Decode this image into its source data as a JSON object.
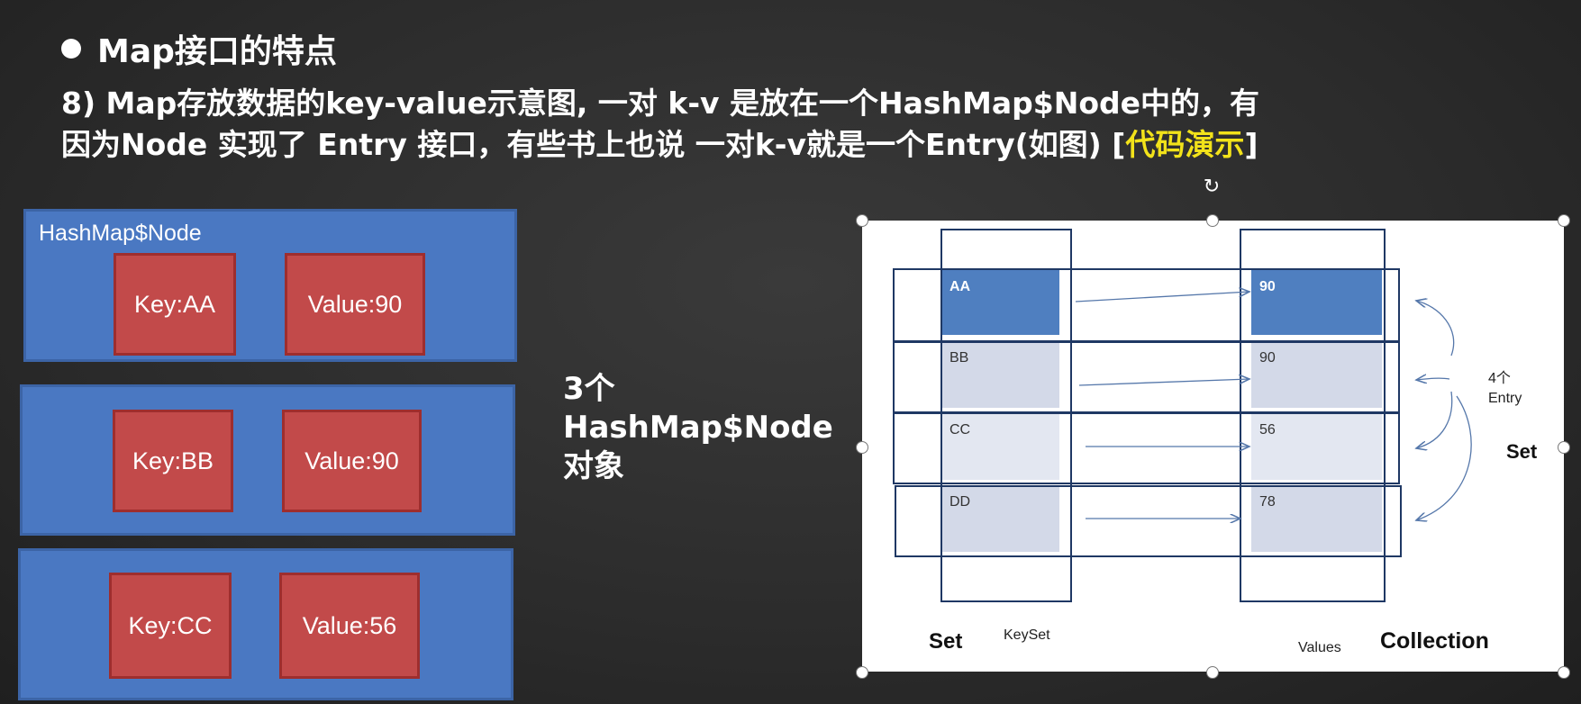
{
  "header": {
    "title": "Map接口的特点",
    "line1": "8) Map存放数据的key-value示意图, 一对 k-v 是放在一个HashMap$Node中的，有",
    "line2_main": "因为Node 实现了  Entry 接口，有些书上也说 一对k-v就是一个Entry(如图) [",
    "line2_highlight": "代码演示",
    "line2_end": "]"
  },
  "nodes": [
    {
      "title": "HashMap$Node",
      "key": "Key:AA",
      "value": "Value:90"
    },
    {
      "key": "Key:BB",
      "value": "Value:90"
    },
    {
      "key": "Key:CC",
      "value": "Value:56"
    }
  ],
  "middle_label": {
    "line1": "3个",
    "line2": "HashMap$Node",
    "line3": "对象"
  },
  "diagram": {
    "keys": [
      "AA",
      "BB",
      "CC",
      "DD"
    ],
    "values": [
      "90",
      "90",
      "56",
      "78"
    ],
    "entry_label_line1": "4个",
    "entry_label_line2": "Entry",
    "set_right": "Set",
    "set_bottom": "Set",
    "keyset": "KeySet",
    "values_label": "Values",
    "collection": "Collection"
  },
  "colors": {
    "node_blue": "#4a78c2",
    "cell_red": "#c24a4a",
    "highlight_yellow": "#f2e21a",
    "row_highlight": "#4f7fc0",
    "row_light": "#d3d9e8"
  }
}
